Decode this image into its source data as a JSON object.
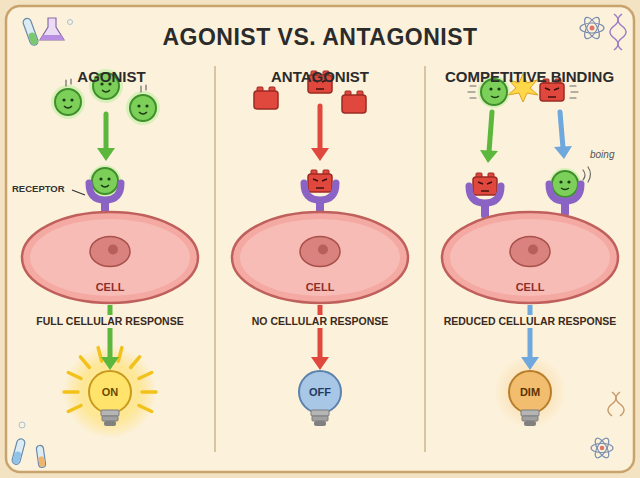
{
  "diagram": {
    "title": "AGONIST VS. ANTAGONIST",
    "nodes": [
      {
        "text": [
          "CELL"
        ]
      },
      {
        "text": [
          "CELL"
        ]
      },
      {
        "text": [
          "CELL"
        ]
      },
      {
        "text": [
          "ON"
        ]
      },
      {
        "text": [
          "OFF"
        ]
      },
      {
        "text": [
          "DIM"
        ]
      }
    ],
    "edges": [
      {
        "from": 0,
        "to": 3,
        "arrow": "to",
        "label": "FULL CELLULAR RESPONSE"
      },
      {
        "from": 1,
        "to": 4,
        "arrow": "to",
        "label": "NO CELLULAR RESPONSE"
      },
      {
        "from": 2,
        "to": 5,
        "arrow": "to",
        "label": "REDUCED CELLULAR RESPONSE"
      }
    ],
    "labels": [
      "AGONIST",
      "ANTAGONIST",
      "COMPETITIVE BINDING",
      "RECEPTOR",
      "boing"
    ]
  }
}
